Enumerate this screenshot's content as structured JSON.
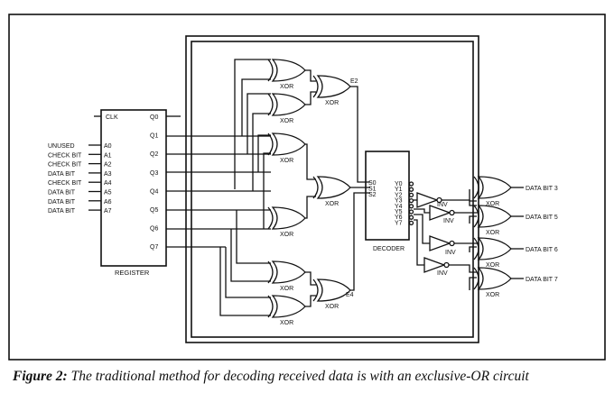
{
  "figure": {
    "caption_label": "Figure 2:",
    "caption_text": " The traditional method for decoding received data is with an exclusive-OR circuit"
  },
  "register": {
    "name": "REGISTER",
    "clk": "CLK",
    "inputs": [
      "A0",
      "A1",
      "A2",
      "A3",
      "A4",
      "A5",
      "A6",
      "A7"
    ],
    "outputs": [
      "Q0",
      "Q1",
      "Q2",
      "Q3",
      "Q4",
      "Q5",
      "Q6",
      "Q7"
    ],
    "input_signals": [
      "UNUSED",
      "CHECK BIT",
      "CHECK BIT",
      "DATA BIT",
      "CHECK BIT",
      "DATA BIT",
      "DATA BIT",
      "DATA BIT"
    ]
  },
  "gates": {
    "xor_label": "XOR",
    "inv_label": "INV",
    "error_labels": [
      "E2",
      "E4"
    ]
  },
  "decoder": {
    "name": "DECODER",
    "selects": [
      "S0",
      "S1",
      "S2"
    ],
    "outputs": [
      "Y0",
      "Y1",
      "Y2",
      "Y3",
      "Y4",
      "Y5",
      "Y6",
      "Y7"
    ]
  },
  "outputs": [
    "DATA BIT 3",
    "DATA BIT 5",
    "DATA BIT 6",
    "DATA BIT 7"
  ]
}
